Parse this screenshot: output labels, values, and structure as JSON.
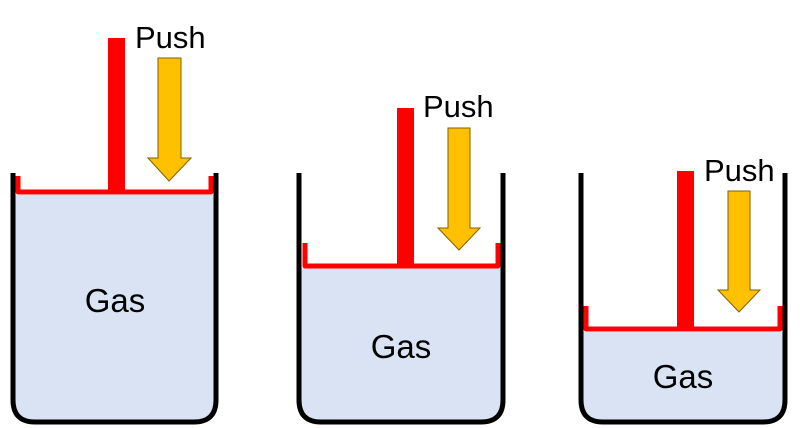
{
  "title": "Gas compression by piston",
  "colors": {
    "gas_fill": "#dae3f3",
    "container_stroke": "#000000",
    "piston": "#ff0000",
    "arrow_fill": "#ffc000",
    "arrow_stroke": "#7f6000"
  },
  "panels": [
    {
      "push_label": "Push",
      "gas_label": "Gas",
      "stage": "initial"
    },
    {
      "push_label": "Push",
      "gas_label": "Gas",
      "stage": "compressed"
    },
    {
      "push_label": "Push",
      "gas_label": "Gas",
      "stage": "more-compressed"
    }
  ]
}
